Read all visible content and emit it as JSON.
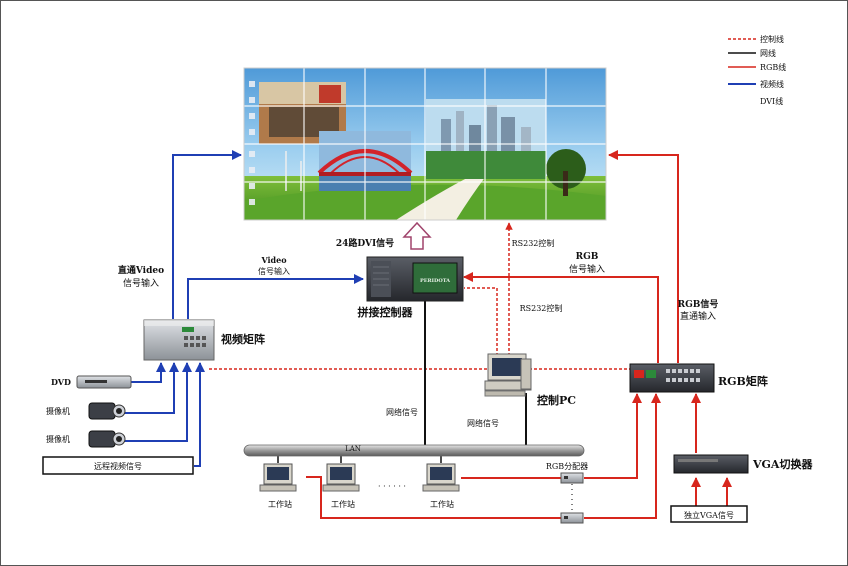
{
  "legend": [
    {
      "label": "控制线",
      "color": "#d7261d",
      "style": "dashed"
    },
    {
      "label": "网线",
      "color": "#111111",
      "style": "solid"
    },
    {
      "label": "RGB线",
      "color": "#d7261d",
      "style": "solid"
    },
    {
      "label": "视频线",
      "color": "#1f3fb4",
      "style": "solid"
    },
    {
      "label": "DVI线",
      "color": "",
      "style": "none"
    }
  ],
  "labels": {
    "video_direct": "直通Video",
    "video_direct_2": "信号输入",
    "video_input": "Video",
    "video_input_2": "信号输入",
    "dvi": "24路DVI信号",
    "rs232_top": "RS232控制",
    "rgb_input": "RGB",
    "rgb_input_2": "信号输入",
    "rgb_direct": "RGB信号",
    "rgb_direct_2": "直通输入",
    "rs232_mid": "RS232控制",
    "controller": "拼接控制器",
    "video_matrix": "视频矩阵",
    "rgb_matrix": "RGB矩阵",
    "pc": "控制PC",
    "net1": "网络信号",
    "net2": "网络信号",
    "lan": "LAN",
    "rgb_splitter": "RGB分配器",
    "vga_switch": "VGA切换器",
    "vga_signal": "独立VGA信号",
    "dvd": "DVD",
    "cam1": "摄像机",
    "cam2": "摄像机",
    "remote": "远程视频信号",
    "ws1": "工作站",
    "ws2": "工作站",
    "ws3": "工作站",
    "dots": "· · · · · ·",
    "screen_brand": "PERIDOTA"
  },
  "colors": {
    "red": "#d7261d",
    "blue": "#1f3fb4",
    "black": "#111111",
    "device_dark": "#3a3d44",
    "device_silver": "#b8bcc2"
  }
}
